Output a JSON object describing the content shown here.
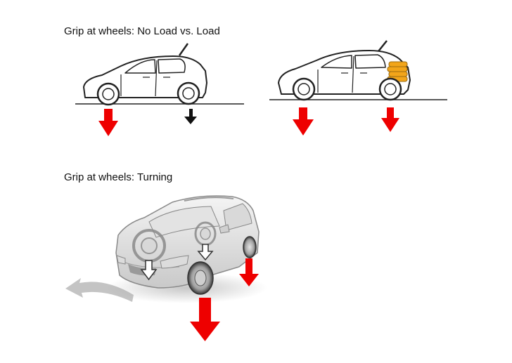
{
  "labels": {
    "load_title": "Grip at wheels: No Load vs. Load",
    "turning_title": "Grip at wheels: Turning"
  },
  "colors": {
    "grip_arrow": "#ee0000",
    "small_arrow": "#111111",
    "outline": "#222222",
    "cargo": "#f2a51a",
    "turn_arrow": "#bfbfbf"
  },
  "icons": {
    "unloaded_car": "hatchback-side-outline",
    "loaded_car": "hatchback-side-outline-with-cargo",
    "turning_car": "hatchback-three-quarter-view"
  }
}
